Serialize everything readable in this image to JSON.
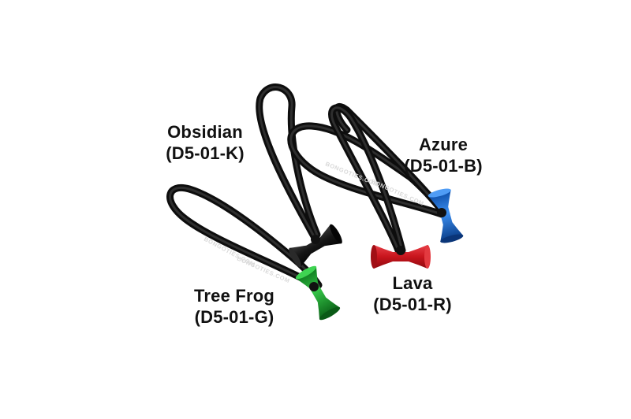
{
  "products": [
    {
      "id": "obsidian",
      "name": "Obsidian",
      "code": "(D5-01-K)",
      "color": "#141414"
    },
    {
      "id": "azure",
      "name": "Azure",
      "code": "(D5-01-B)",
      "color": "#1f6fd0"
    },
    {
      "id": "lava",
      "name": "Lava",
      "code": "(D5-01-R)",
      "color": "#d01c22"
    },
    {
      "id": "treefrog",
      "name": "Tree Frog",
      "code": "(D5-01-G)",
      "color": "#1fa02e"
    }
  ],
  "brand_text": "BONGOTIES.COM",
  "background_color": "#ffffff",
  "cord_color": "#0d0d0d"
}
